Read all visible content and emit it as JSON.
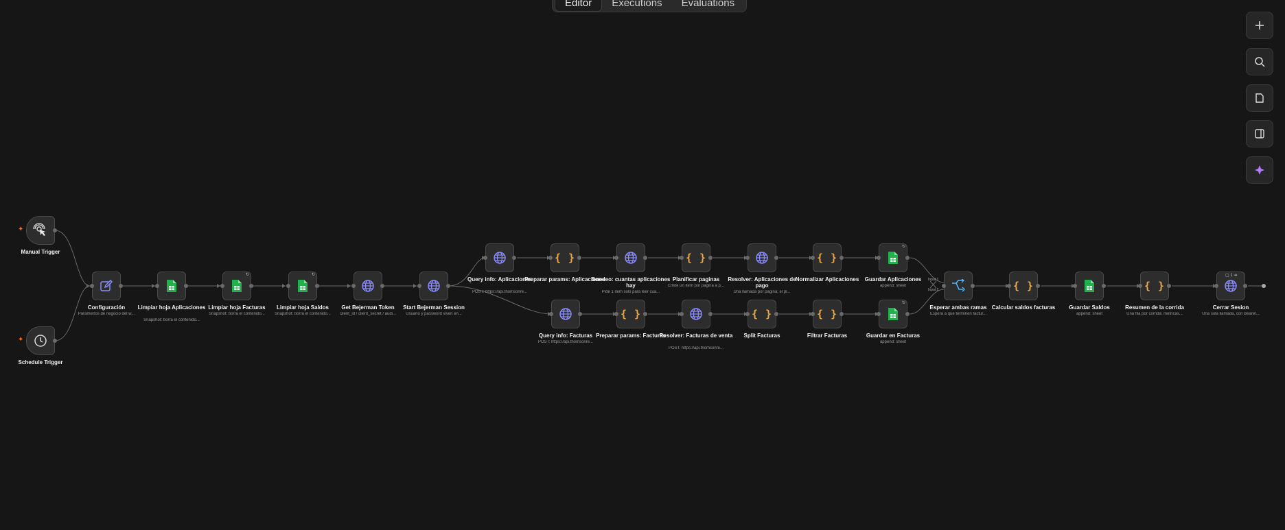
{
  "tabs": [
    "Editor",
    "Executions",
    "Evaluations"
  ],
  "side_buttons": [
    "plus-icon",
    "zoom-icon",
    "sticky-note-icon",
    "panel-icon",
    "ai-sparkle-icon"
  ],
  "colors": {
    "globe": "#8a8cff",
    "braces": "#e8a94a",
    "sheets": "#22b14c",
    "merge": "#4fb3ff",
    "sparkle": "#b57bff",
    "bolt": "#ff6a2a"
  },
  "nodes": [
    {
      "id": "manual",
      "type": "trigger-cursor",
      "label": "Manual Trigger",
      "sub": ""
    },
    {
      "id": "schedule",
      "type": "trigger-clock",
      "label": "Schedule Trigger",
      "sub": ""
    },
    {
      "id": "config",
      "type": "edit",
      "label": "Configuración",
      "sub": "Parametros de negocio del w..."
    },
    {
      "id": "limp_apl",
      "type": "sheets",
      "label": "Limpiar hoja Aplicaciones",
      "sub": "Snapshot: borra el contenido..."
    },
    {
      "id": "limp_fac",
      "type": "sheets",
      "label": "Limpiar hoja Facturas",
      "sub": "Snapshot: borra el contenido..."
    },
    {
      "id": "limp_sal",
      "type": "sheets",
      "label": "Limpiar hoja Saldos",
      "sub": "Snapshot: borra el contenido..."
    },
    {
      "id": "token",
      "type": "http",
      "label": "Get Bejerman Token",
      "sub": "client_id / client_secret / audi..."
    },
    {
      "id": "session",
      "type": "http",
      "label": "Start Bejerman Session",
      "sub": "Usuario y password viven en..."
    },
    {
      "id": "q_apl",
      "type": "http",
      "label": "Query info: Aplicaciones",
      "sub": "POST: https://api.thomsonre..."
    },
    {
      "id": "prep_apl",
      "type": "code",
      "label": "Preparar params: Aplicaciones",
      "sub": ""
    },
    {
      "id": "sondeo",
      "type": "http",
      "label": "Sondeo: cuantas aplicaciones hay",
      "sub": "Pide 1 item solo para leer cua..."
    },
    {
      "id": "planif",
      "type": "code",
      "label": "Planificar paginas",
      "sub": "Emite un item por pagina a p..."
    },
    {
      "id": "res_apl",
      "type": "http",
      "label": "Resolver: Aplicaciones de pago",
      "sub": "Una llamada por pagina; el pl..."
    },
    {
      "id": "norm",
      "type": "code",
      "label": "Normalizar Aplicaciones",
      "sub": ""
    },
    {
      "id": "g_apl",
      "type": "sheets",
      "label": "Guardar Aplicaciones",
      "sub": "append: sheet"
    },
    {
      "id": "q_fac",
      "type": "http",
      "label": "Query info: Facturas",
      "sub": "POST: https://api.thomsonre..."
    },
    {
      "id": "prep_fac",
      "type": "code",
      "label": "Preparar params: Facturas",
      "sub": ""
    },
    {
      "id": "res_fac",
      "type": "http",
      "label": "Resolver: Facturas de venta",
      "sub": "POST: https://api.thomsonre..."
    },
    {
      "id": "split",
      "type": "code",
      "label": "Split Facturas",
      "sub": ""
    },
    {
      "id": "filtrar",
      "type": "code",
      "label": "Filtrar Facturas",
      "sub": ""
    },
    {
      "id": "g_fac",
      "type": "sheets",
      "label": "Guardar en Facturas",
      "sub": "append: sheet"
    },
    {
      "id": "merge",
      "type": "merge",
      "label": "Esperar ambas ramas",
      "sub": "Espera a que terminen factur..."
    },
    {
      "id": "calc",
      "type": "code",
      "label": "Calcular saldos facturas",
      "sub": ""
    },
    {
      "id": "g_sal",
      "type": "sheets",
      "label": "Guardar Saldos",
      "sub": "append: sheet"
    },
    {
      "id": "resumen",
      "type": "code",
      "label": "Resumen de la corrida",
      "sub": "Una fila por corrida: metricas..."
    },
    {
      "id": "cerrar",
      "type": "http",
      "label": "Cerrar Sesion",
      "sub": "Una sola llamada, con Bearer..."
    }
  ],
  "merge_inputs": [
    "Input 1",
    "Input 2"
  ],
  "cerrar_badge": "1"
}
